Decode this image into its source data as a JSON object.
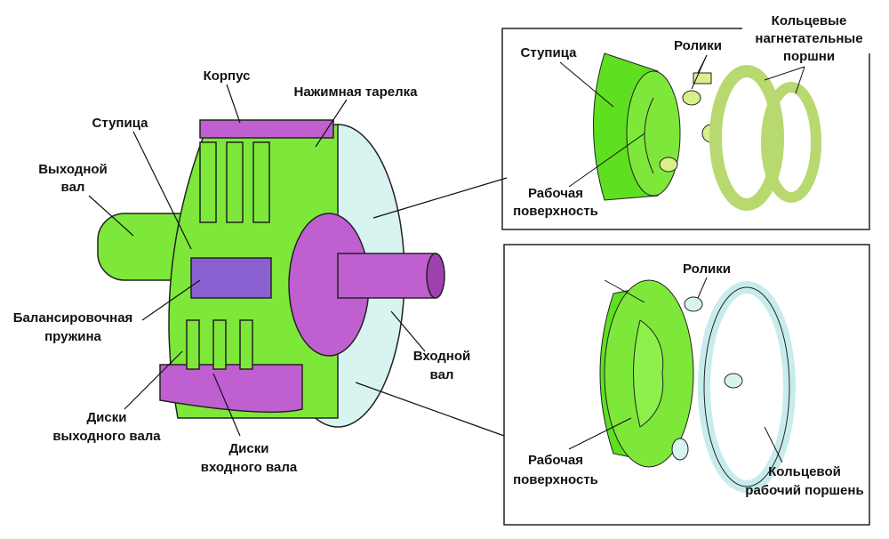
{
  "main": {
    "korpus": "Корпус",
    "pressure_plate": "Нажимная тарелка",
    "hub": "Ступица",
    "output_shaft": [
      "Выходной",
      "вал"
    ],
    "balance_spring": [
      "Балансировочная",
      "пружина"
    ],
    "input_shaft": [
      "Входной",
      "вал"
    ],
    "output_discs": [
      "Диски",
      "выходного вала"
    ],
    "input_discs": [
      "Диски",
      "входного вала"
    ]
  },
  "top_panel": {
    "hub": "Ступица",
    "rollers": "Ролики",
    "ring_pistons": [
      "Кольцевые",
      "нагнетательные",
      "поршни"
    ],
    "working_surface": [
      "Рабочая",
      "поверхность"
    ]
  },
  "bottom_panel": {
    "rollers": "Ролики",
    "working_surface": [
      "Рабочая",
      "поверхность"
    ],
    "ring_piston": [
      "Кольцевой",
      "рабочий поршень"
    ]
  },
  "colors": {
    "green": "#7ee83a",
    "purple": "#c060d0",
    "pale_green": "#d8f08a",
    "pale_cyan": "#d8f4f0"
  }
}
